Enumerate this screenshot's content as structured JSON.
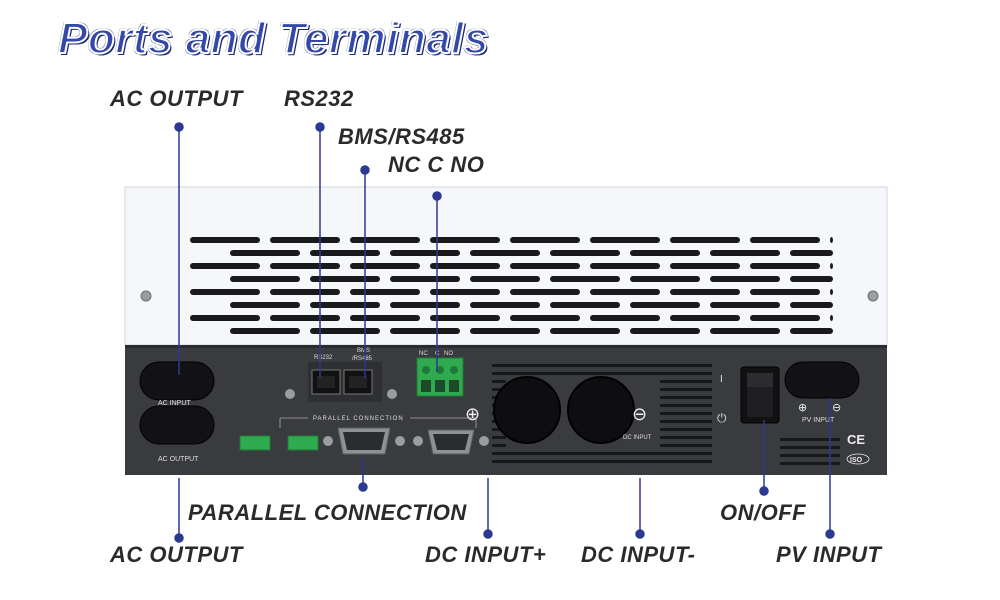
{
  "title": "Ports and Terminals",
  "callouts": {
    "ac_output_top": "AC OUTPUT",
    "rs232": "RS232",
    "bms_rs485": "BMS/RS485",
    "nc_c_no": "NC C NO",
    "parallel_connection": "PARALLEL CONNECTION",
    "ac_output_bottom": "AC OUTPUT",
    "dc_input_plus": "DC INPUT+",
    "dc_input_minus": "DC INPUT-",
    "on_off": "ON/OFF",
    "pv_input": "PV INPUT"
  },
  "panel_labels": {
    "ac_input": "AC INPUT",
    "ac_output": "AC OUTPUT",
    "rs232": "RS232",
    "bms_line1": "BMS",
    "bms_line2": "/RS485",
    "nc": "NC",
    "c": "C",
    "no": "NO",
    "parallel": "PARALLEL CONNECTION",
    "dc_input": "DC INPUT",
    "pv_input": "PV INPUT",
    "ce": "CE",
    "iso": "ISO",
    "switch_on": "I",
    "plus": "⊕",
    "minus": "⊖"
  },
  "colors": {
    "title": "#3348a8",
    "callout_line": "#2b3990",
    "panel": "#3a3b3f",
    "housing": "#f5f6fa",
    "terminal": "#2faa4e"
  }
}
